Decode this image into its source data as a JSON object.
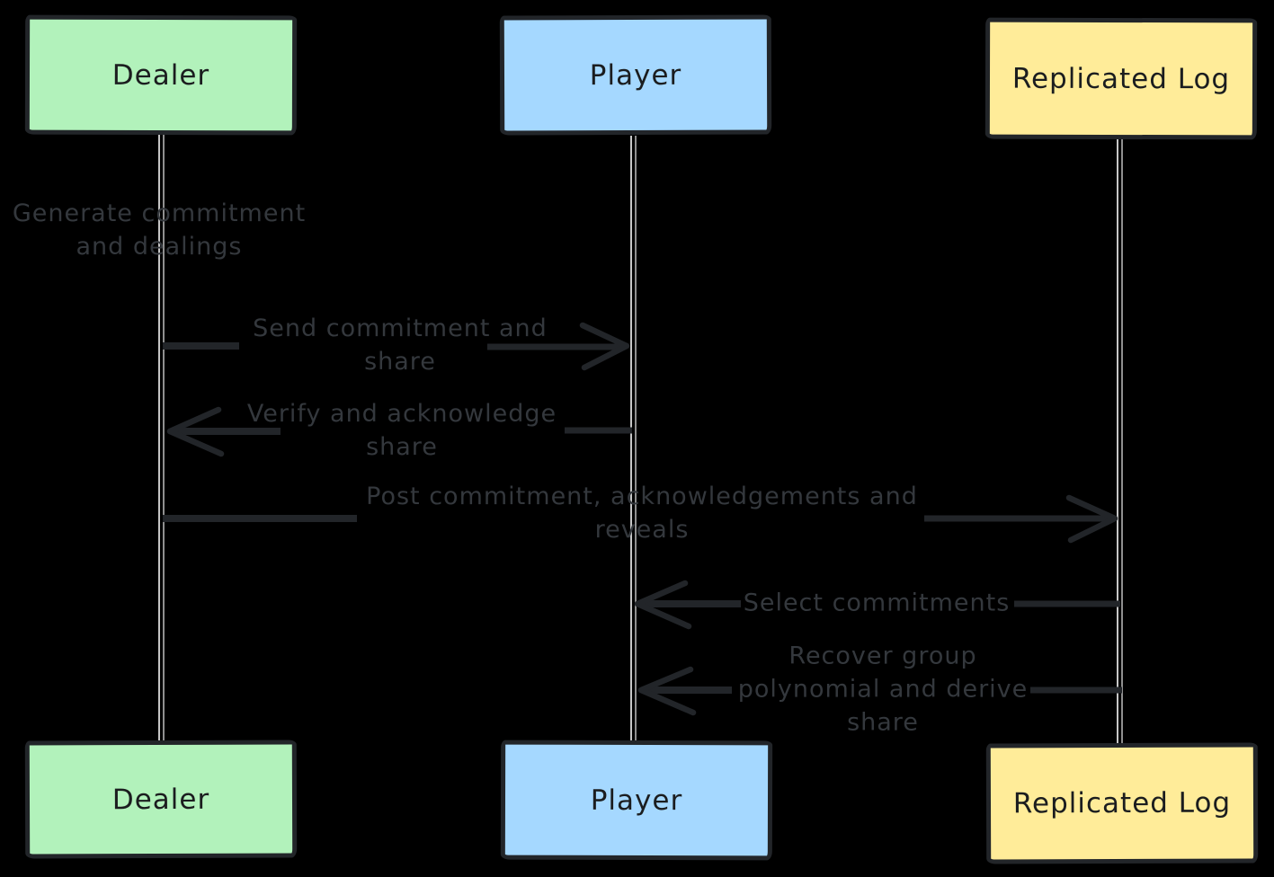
{
  "diagram": {
    "type": "sequence-diagram",
    "actors": [
      {
        "id": "dealer",
        "label": "Dealer",
        "fill": "#b2f2bb"
      },
      {
        "id": "player",
        "label": "Player",
        "fill": "#a5d8ff"
      },
      {
        "id": "replicated_log",
        "label": "Replicated Log",
        "fill": "#ffec99"
      }
    ],
    "messages": [
      {
        "from": "Dealer",
        "to": "Dealer",
        "kind": "note",
        "label": "Generate commitment and dealings"
      },
      {
        "from": "Dealer",
        "to": "Player",
        "kind": "arrow",
        "label": "Send commitment and share"
      },
      {
        "from": "Player",
        "to": "Dealer",
        "kind": "arrow",
        "label": "Verify and acknowledge share"
      },
      {
        "from": "Dealer",
        "to": "Replicated Log",
        "kind": "arrow",
        "label": "Post commitment, acknowledgements and reveals"
      },
      {
        "from": "Replicated Log",
        "to": "Player",
        "kind": "arrow",
        "label": "Select commitments"
      },
      {
        "from": "Replicated Log",
        "to": "Player",
        "kind": "arrow",
        "label": "Recover group polynomial and derive share"
      }
    ],
    "colors": {
      "background": "#000000",
      "dealer_fill": "#b2f2bb",
      "player_fill": "#a5d8ff",
      "replicated_log_fill": "#ffec99",
      "box_border": "#222529",
      "box_text": "#1b1d1f",
      "arrow_stroke": "#222529",
      "message_text": "#34383d",
      "lifeline": "#9c9c9c"
    }
  }
}
